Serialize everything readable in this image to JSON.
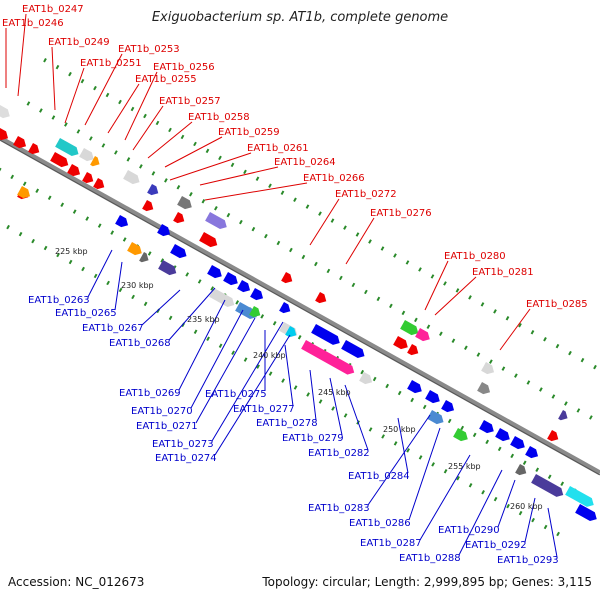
{
  "title": "Exiguobacterium sp. AT1b, complete genome",
  "footer": {
    "accession": "Accession: NC_012673",
    "topology": "Topology: circular; Length: 2,999,895 bp; Genes: 3,115"
  },
  "colors": {
    "forward_label": "#dd0000",
    "reverse_label": "#0000cc",
    "backbone": "#8a8a8a",
    "tick": "#2a8a2a"
  },
  "kbp_labels": [
    "225 kbp",
    "230 kbp",
    "235 kbp",
    "240 kbp",
    "245 kbp",
    "250 kbp",
    "255 kbp",
    "260 kbp"
  ],
  "forward_genes": [
    "EAT1b_0247",
    "EAT1b_0246",
    "EAT1b_0249",
    "EAT1b_0253",
    "EAT1b_0251",
    "EAT1b_0256",
    "EAT1b_0255",
    "EAT1b_0257",
    "EAT1b_0258",
    "EAT1b_0259",
    "EAT1b_0261",
    "EAT1b_0264",
    "EAT1b_0266",
    "EAT1b_0272",
    "EAT1b_0276",
    "EAT1b_0280",
    "EAT1b_0281",
    "EAT1b_0285"
  ],
  "reverse_genes": [
    "EAT1b_0263",
    "EAT1b_0265",
    "EAT1b_0267",
    "EAT1b_0268",
    "EAT1b_0269",
    "EAT1b_0270",
    "EAT1b_0271",
    "EAT1b_0273",
    "EAT1b_0274",
    "EAT1b_0275",
    "EAT1b_0277",
    "EAT1b_0278",
    "EAT1b_0279",
    "EAT1b_0282",
    "EAT1b_0284",
    "EAT1b_0283",
    "EAT1b_0286",
    "EAT1b_0287",
    "EAT1b_0288",
    "EAT1b_0290",
    "EAT1b_0292",
    "EAT1b_0293"
  ]
}
